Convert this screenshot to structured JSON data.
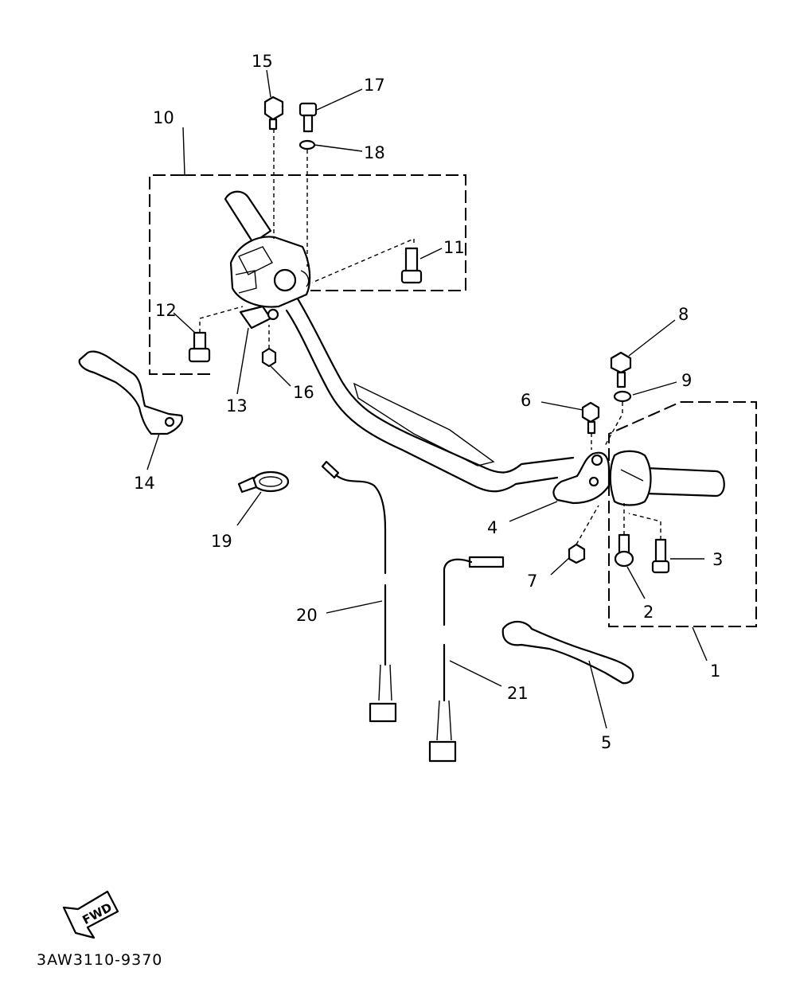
{
  "callouts": {
    "c1": "1",
    "c2": "2",
    "c3": "3",
    "c4": "4",
    "c5": "5",
    "c6": "6",
    "c7": "7",
    "c8": "8",
    "c9": "9",
    "c10": "10",
    "c11": "11",
    "c12": "12",
    "c13": "13",
    "c14": "14",
    "c15": "15",
    "c16": "16",
    "c17": "17",
    "c18": "18",
    "c19": "19",
    "c20": "20",
    "c21": "21"
  },
  "direction_arrow": {
    "label": "FWD"
  },
  "drawing_code": "3AW3110-9370"
}
